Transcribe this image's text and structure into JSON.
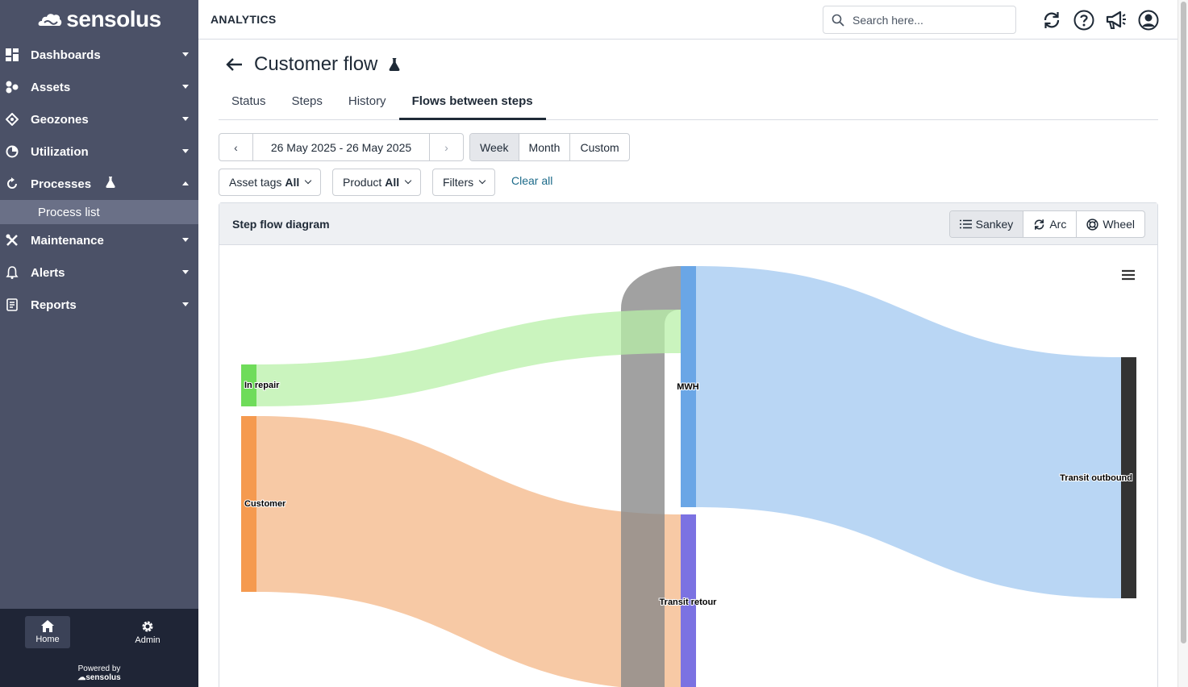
{
  "sidebar": {
    "brand": "sensolus",
    "items": [
      {
        "label": "Dashboards"
      },
      {
        "label": "Assets"
      },
      {
        "label": "Geozones"
      },
      {
        "label": "Utilization"
      },
      {
        "label": "Processes"
      },
      {
        "label": "Maintenance"
      },
      {
        "label": "Alerts"
      },
      {
        "label": "Reports"
      }
    ],
    "subitem": "Process list",
    "bottom": {
      "home": "Home",
      "admin": "Admin"
    },
    "powered_by": "Powered by",
    "powered_brand": "sensolus"
  },
  "topbar": {
    "title": "ANALYTICS",
    "search_placeholder": "Search here..."
  },
  "page": {
    "title": "Customer flow",
    "tabs": [
      {
        "label": "Status"
      },
      {
        "label": "Steps"
      },
      {
        "label": "History"
      },
      {
        "label": "Flows between steps"
      }
    ],
    "date_range": "26 May 2025 - 26 May 2025",
    "periods": [
      {
        "label": "Week"
      },
      {
        "label": "Month"
      },
      {
        "label": "Custom"
      }
    ],
    "filters": {
      "asset_tags_label": "Asset tags",
      "asset_tags_value": "All",
      "product_label": "Product",
      "product_value": "All",
      "filters_label": "Filters",
      "clear_all": "Clear all"
    }
  },
  "panel": {
    "title": "Step flow diagram",
    "views": [
      {
        "label": "Sankey"
      },
      {
        "label": "Arc"
      },
      {
        "label": "Wheel"
      }
    ]
  },
  "chart_data": {
    "type": "sankey",
    "nodes": [
      {
        "name": "In repair",
        "color": "#6fdc5a"
      },
      {
        "name": "Customer",
        "color": "#f59a4f"
      },
      {
        "name": "MWH",
        "color": "#6aa6e6"
      },
      {
        "name": "Transit retour",
        "color": "#7b72e2"
      },
      {
        "name": "Transit outbound",
        "color": "#333333"
      }
    ],
    "links": [
      {
        "source": "In repair",
        "target": "MWH",
        "color": "#b8f0a8"
      },
      {
        "source": "Customer",
        "target": "Transit retour",
        "color": "#f7c6a0"
      },
      {
        "source": "MWH",
        "target": "Transit outbound",
        "color": "#b5d4f3"
      },
      {
        "source": "Transit retour",
        "target": "MWH",
        "color": "#8a8a8a"
      }
    ]
  }
}
